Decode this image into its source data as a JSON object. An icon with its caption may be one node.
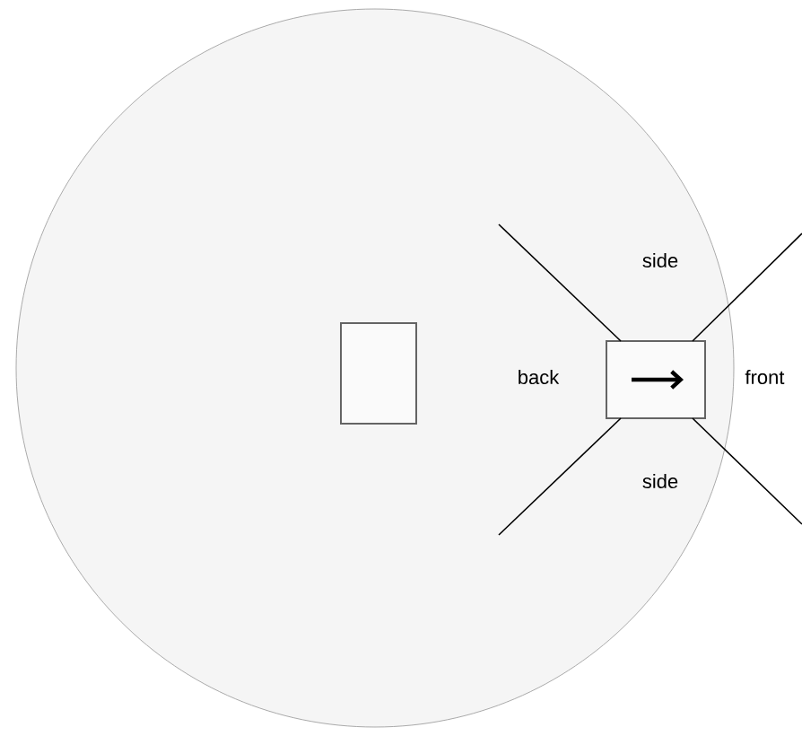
{
  "diagram": {
    "nodes": [
      {
        "text": [],
        "shape": "circle"
      },
      {
        "text": [],
        "shape": "box",
        "in": 0
      },
      {
        "text": [],
        "shape": "box",
        "in": 0
      }
    ],
    "labels": [
      "side",
      "back",
      "front",
      "side"
    ]
  }
}
